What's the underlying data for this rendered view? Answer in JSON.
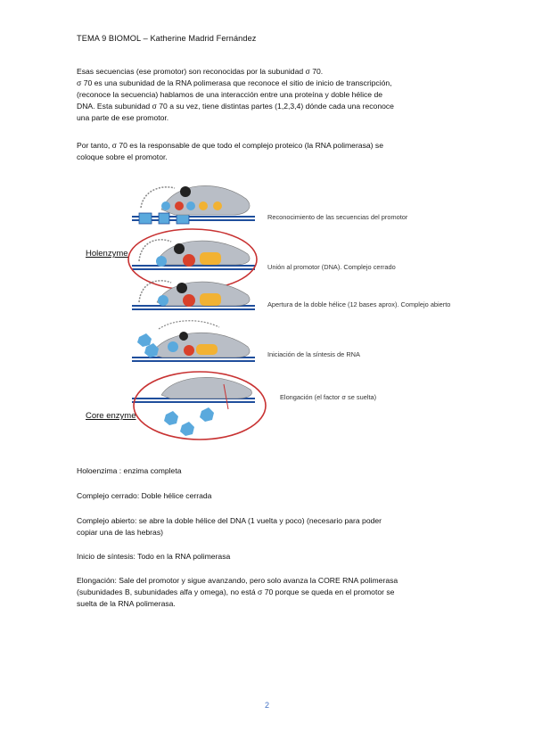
{
  "header": {
    "title": "TEMA 9 BIOMOL – Katherine Madrid Fernández"
  },
  "intro": {
    "p1_lines": [
      "Esas secuencias (ese promotor) son reconocidas por la subunidad  σ 70.",
      "σ 70 es una subunidad de la RNA polimerasa que reconoce el sitio de inicio de transcripción,",
      "(reconoce la secuencia) hablamos de una interacción entre una proteína y doble hélice de",
      "DNA. Esta subunidad  σ 70 a su vez, tiene distintas partes (1,2,3,4) dónde cada una reconoce",
      "una parte de ese promotor."
    ],
    "p2_lines": [
      "Por tanto,  σ 70 es la responsable de que todo el complejo proteico (la RNA polimerasa) se",
      "coloque sobre el promotor."
    ]
  },
  "figure": {
    "side_labels": {
      "holoenzyme": "Holenzyme",
      "core_enzyme": "Core enzyme"
    },
    "steps": [
      "Reconocimiento de las secuencias del promotor",
      "Unión al promotor (DNA). Complejo cerrado",
      "Apertura de la doble hélice (12 bases aprox). Complejo abierto",
      "Iniciación de la síntesis de RNA",
      "Elongación (el factor σ se suelta)"
    ],
    "colors": {
      "dna_blue": "#1f4e9c",
      "polymerase_gray": "#b9bec6",
      "sigma_blue": "#5aa9dd",
      "red_subunit": "#d9412b",
      "yellow_subunit": "#f2b233",
      "black_subunit": "#222222",
      "circle_red": "#c83232"
    }
  },
  "definitions": [
    "Holoenzima : enzima completa",
    "Complejo cerrado: Doble hélice cerrada",
    "Complejo abierto: se abre la doble hélice del DNA (1 vuelta y poco) (necesario para poder",
    "copiar una de las hebras)",
    "Inicio de síntesis: Todo en la RNA polimerasa",
    "Elongación: Sale del promotor y sigue avanzando, pero solo avanza la CORE RNA polimerasa",
    "(subunidades B, subunidades alfa y omega), no está  σ 70 porque se queda en el promotor se",
    "suelta de la RNA polimerasa."
  ],
  "footer": {
    "page_number": "2"
  }
}
